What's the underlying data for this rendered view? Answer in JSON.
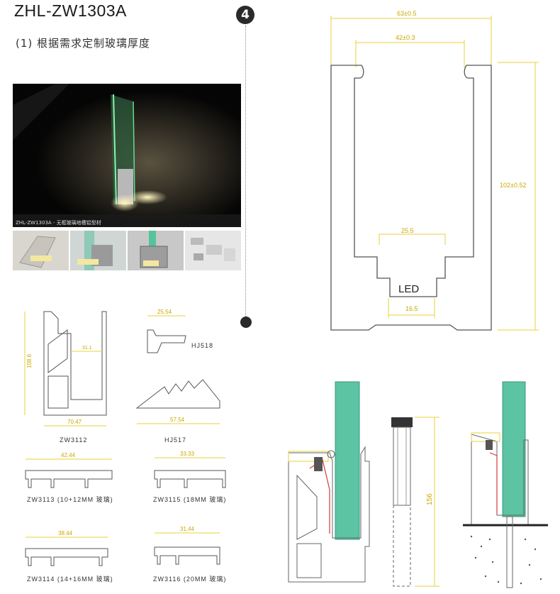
{
  "header": {
    "title": "ZHL-ZW1303A",
    "subtitle": "(1) 根据需求定制玻璃厚度",
    "step_badge": "4"
  },
  "photo": {
    "caption": "ZHL-ZW1303A - 无框玻璃地槽铝型材"
  },
  "main_drawing": {
    "dim_total_width": "63±0.5",
    "dim_inner_width": "42±0.3",
    "dim_height": "102±0.52",
    "dim_led_channel_top": "25.5",
    "dim_led_channel_bottom": "16.5",
    "led_label": "LED"
  },
  "small_parts": {
    "zw3112": {
      "label": "ZW3112",
      "dim_height": "108.6",
      "dim_width": "70.47",
      "dim_inner": "31.1"
    },
    "hj518": {
      "label": "HJ518",
      "dim_width": "25.54"
    },
    "hj517": {
      "label": "HJ517",
      "dim_width": "57.54"
    },
    "zw3113": {
      "label": "ZW3113 (10+12MM 玻璃)",
      "dim_width": "42.44"
    },
    "zw3115": {
      "label": "ZW3115 (18MM 玻璃)",
      "dim_width": "33.33"
    },
    "zw3114": {
      "label": "ZW3114 (14+16MM 玻璃)",
      "dim_width": "38.44"
    },
    "zw3116": {
      "label": "ZW3116 (20MM 玻璃)",
      "dim_width": "31.44"
    }
  },
  "install_drawing": {
    "dim_anchor_length": "156"
  },
  "colors": {
    "dimension": "#e8d23a",
    "glass": "#5cc3a3",
    "gasket": "#d33b3b",
    "outline": "#555555"
  }
}
